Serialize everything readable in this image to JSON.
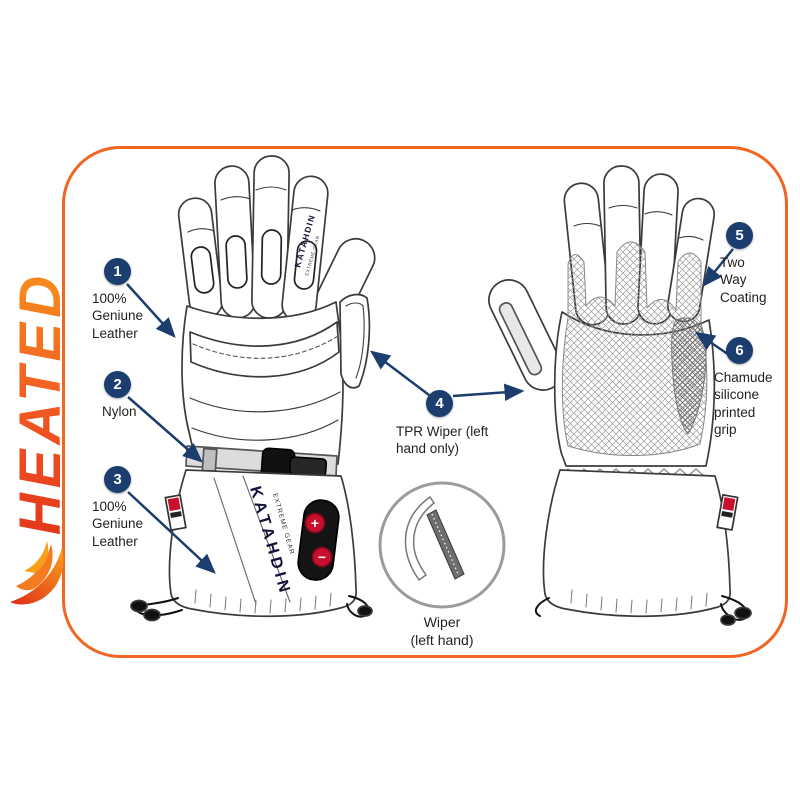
{
  "logo": {
    "heated": "HEATED"
  },
  "brand": {
    "name": "KATAHDIN",
    "tagline": "EXTREME GEAR"
  },
  "callouts": [
    {
      "number": "1",
      "label": "100%\nGeniune\nLeather"
    },
    {
      "number": "2",
      "label": "Nylon"
    },
    {
      "number": "3",
      "label": "100%\nGeniune\nLeather"
    },
    {
      "number": "4",
      "label": "TPR Wiper (left\nhand only)"
    },
    {
      "number": "5",
      "label": "Two\nWay\nCoating"
    },
    {
      "number": "6",
      "label": "Chamude\nsilicone\nprinted\ngrip"
    }
  ],
  "inset": {
    "caption": "Wiper\n(left hand)"
  },
  "controls": {
    "plus_button": "+",
    "minus_button": "−"
  },
  "colors": {
    "callout_badge": "#1c3e6e",
    "frame_border": "#f26522",
    "heated_gradient_start": "#de2c18",
    "heated_gradient_end": "#f9a01b",
    "button_red": "#c8102e"
  }
}
